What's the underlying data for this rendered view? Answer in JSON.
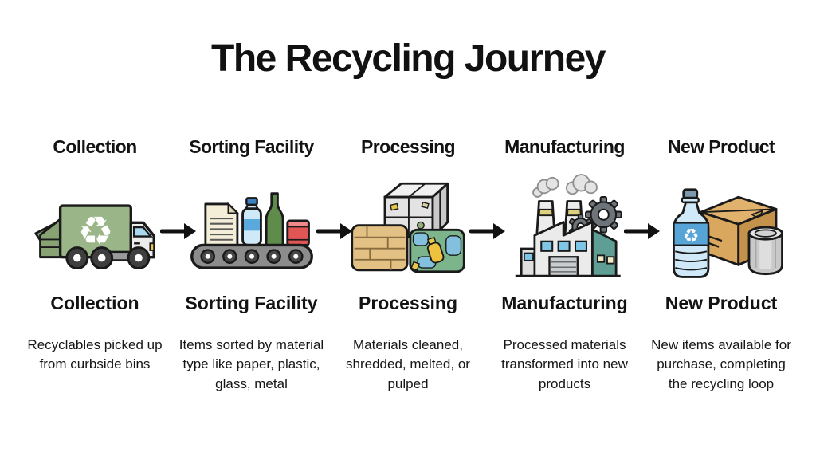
{
  "title": "The Recycling Journey",
  "stages": [
    {
      "label": "Collection",
      "icon": "garbage-truck-icon",
      "description": "Recyclables picked up from curbside bins"
    },
    {
      "label": "Sorting Facility",
      "icon": "conveyor-belt-icon",
      "description": "Items sorted by material type like paper, plastic, glass, metal"
    },
    {
      "label": "Processing",
      "icon": "material-bales-icon",
      "description": "Materials cleaned, shredded, melted, or pulped"
    },
    {
      "label": "Manufacturing",
      "icon": "factory-icon",
      "description": "Processed materials transformed into new products"
    },
    {
      "label": "New Product",
      "icon": "new-products-icon",
      "description": "New items available for purchase, completing the recycling loop"
    }
  ],
  "arrows": {
    "count": 4,
    "icon": "right-arrow-icon"
  },
  "colors": {
    "background": "#ffffff",
    "text": "#111111",
    "truck_green": "#9ab587",
    "conveyor_gray": "#8c8c8c",
    "paper_cream": "#f4eed9",
    "plastic_bottle_blue": "#cfe9f8",
    "glass_green": "#5f8c4b",
    "can_red": "#e25555",
    "bale_tan": "#e3c184",
    "bale_green": "#7cb58c",
    "bale_blue_patch": "#82c0de",
    "factory_teal": "#5f9e94",
    "window_blue": "#7fc6e6",
    "chimney_band_yellow": "#ddd07e",
    "gear_gray": "#6d757b",
    "cardboard_tan": "#d9a75e",
    "can_silver": "#c9c9c9",
    "bottle_label_blue": "#57a5d6"
  }
}
